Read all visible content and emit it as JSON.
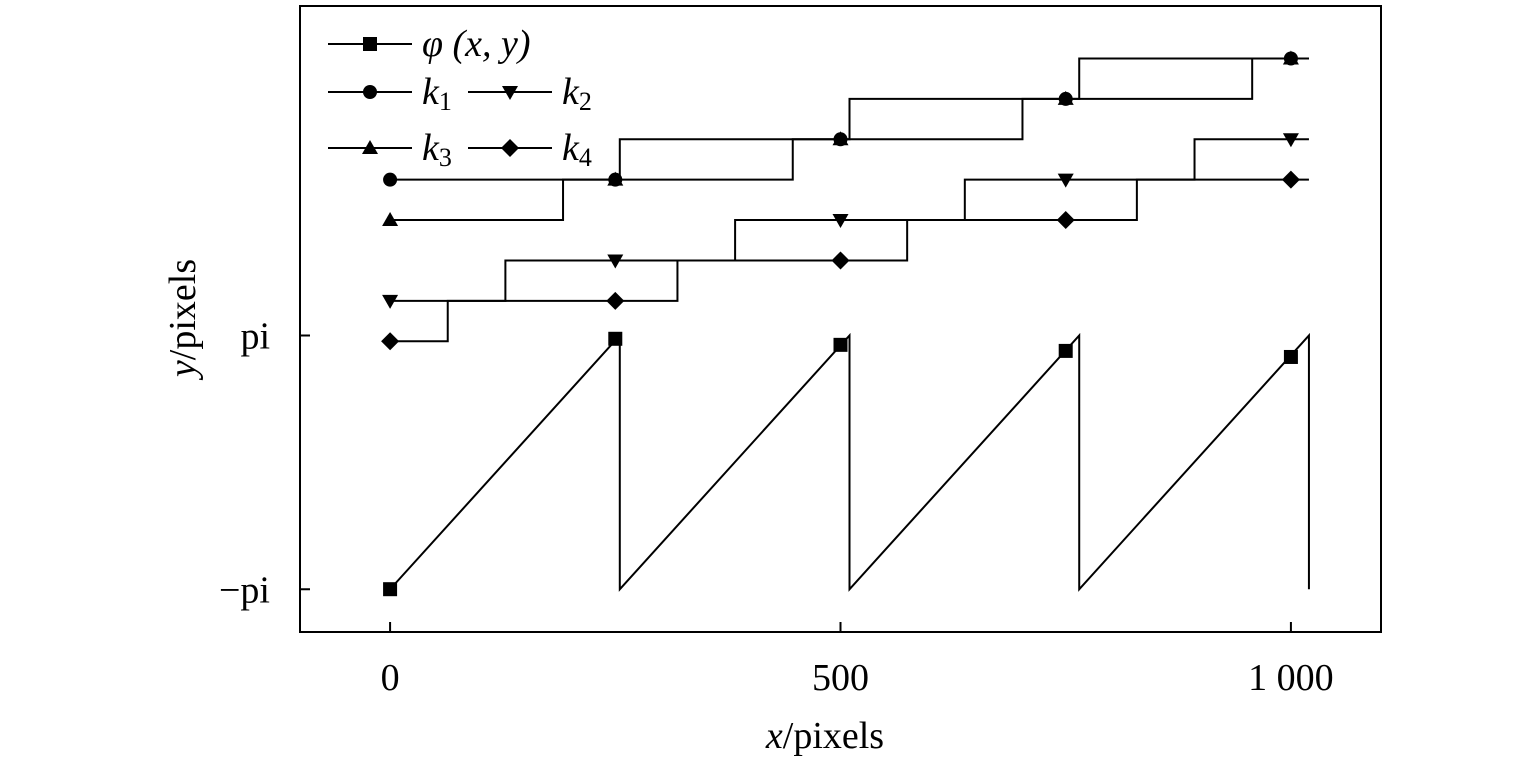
{
  "chart_data": {
    "type": "line",
    "xlabel": {
      "italic": "x",
      "rest": "/pixels"
    },
    "ylabel": {
      "italic": "y",
      "rest": "/pixels"
    },
    "xlim": [
      -100,
      1100
    ],
    "ylim": [
      -4.2,
      11.3
    ],
    "xticks": [
      {
        "value": 0,
        "label": "0"
      },
      {
        "value": 500,
        "label": "500"
      },
      {
        "value": 1000,
        "label": "1 000"
      }
    ],
    "yticks": [
      {
        "value": -3.14159,
        "label": "−pi"
      },
      {
        "value": 3.14159,
        "label": "pi"
      }
    ],
    "grid": false,
    "legend_position": "top-left",
    "legend": [
      {
        "key": "phi",
        "main": "φ",
        "tail": " (x, y)",
        "sub": ""
      },
      {
        "key": "k1",
        "main": "k",
        "tail": "",
        "sub": "1"
      },
      {
        "key": "k2",
        "main": "k",
        "tail": "",
        "sub": "2"
      },
      {
        "key": "k3",
        "main": "k",
        "tail": "",
        "sub": "3"
      },
      {
        "key": "k4",
        "main": "k",
        "tail": "",
        "sub": "4"
      }
    ],
    "series": [
      {
        "key": "phi",
        "marker": "square",
        "points": [
          [
            0,
            -3.14159
          ],
          [
            255,
            3.14159
          ],
          [
            255,
            -3.14159
          ],
          [
            510,
            3.14159
          ],
          [
            510,
            -3.14159
          ],
          [
            765,
            3.14159
          ],
          [
            765,
            -3.14159
          ],
          [
            1020,
            3.14159
          ],
          [
            1020,
            -3.14159
          ]
        ],
        "marker_points": [
          [
            0,
            -3.14
          ],
          [
            250,
            3.06
          ],
          [
            500,
            2.91
          ],
          [
            750,
            2.76
          ],
          [
            1000,
            2.61
          ]
        ]
      },
      {
        "key": "k1",
        "marker": "circle",
        "steps": {
          "start_x": 0,
          "end_x": 1020,
          "break_x": [
            255,
            510,
            765
          ],
          "levels": [
            7.0,
            8.0,
            9.0,
            10.0
          ]
        },
        "marker_points": [
          [
            0,
            7.0
          ],
          [
            250,
            7.0
          ],
          [
            500,
            8.0
          ],
          [
            750,
            9.0
          ],
          [
            1000,
            10.0
          ]
        ]
      },
      {
        "key": "k2",
        "marker": "triangle-down",
        "steps": {
          "start_x": 0,
          "end_x": 1020,
          "break_x": [
            128,
            383,
            638,
            893
          ],
          "levels": [
            4.0,
            5.0,
            6.0,
            7.0,
            8.0
          ]
        },
        "marker_points": [
          [
            0,
            4.0
          ],
          [
            250,
            5.0
          ],
          [
            500,
            6.0
          ],
          [
            750,
            7.0
          ],
          [
            1000,
            8.0
          ]
        ]
      },
      {
        "key": "k3",
        "marker": "triangle-up",
        "steps": {
          "start_x": 0,
          "end_x": 1020,
          "break_x": [
            192,
            447,
            702,
            957
          ],
          "levels": [
            6.0,
            7.0,
            8.0,
            9.0,
            10.0
          ]
        },
        "marker_points": [
          [
            0,
            6.0
          ],
          [
            250,
            7.0
          ],
          [
            500,
            8.0
          ],
          [
            750,
            9.0
          ],
          [
            1000,
            10.0
          ]
        ]
      },
      {
        "key": "k4",
        "marker": "diamond",
        "steps": {
          "start_x": 0,
          "end_x": 1020,
          "break_x": [
            64,
            319,
            574,
            829
          ],
          "levels": [
            3.0,
            4.0,
            5.0,
            6.0,
            7.0
          ]
        },
        "marker_points": [
          [
            0,
            3.0
          ],
          [
            250,
            4.0
          ],
          [
            500,
            5.0
          ],
          [
            750,
            6.0
          ],
          [
            1000,
            7.0
          ]
        ]
      }
    ]
  }
}
